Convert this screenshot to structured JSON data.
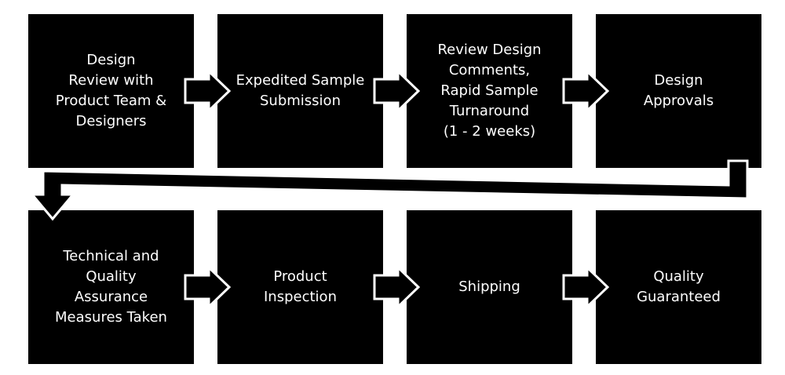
{
  "flow": {
    "row1": [
      {
        "label": "Design\nReview with\nProduct Team &\nDesigners"
      },
      {
        "label": "Expedited Sample\nSubmission"
      },
      {
        "label": "Review Design\nComments,\nRapid Sample\nTurnaround\n(1 - 2 weeks)"
      },
      {
        "label": "Design\nApprovals"
      }
    ],
    "row2": [
      {
        "label": "Technical and\nQuality\nAssurance\nMeasures Taken"
      },
      {
        "label": "Product\nInspection"
      },
      {
        "label": "Shipping"
      },
      {
        "label": "Quality\nGuaranteed"
      }
    ]
  },
  "colors": {
    "box": "#000000",
    "text": "#ffffff",
    "background": "#ffffff"
  }
}
